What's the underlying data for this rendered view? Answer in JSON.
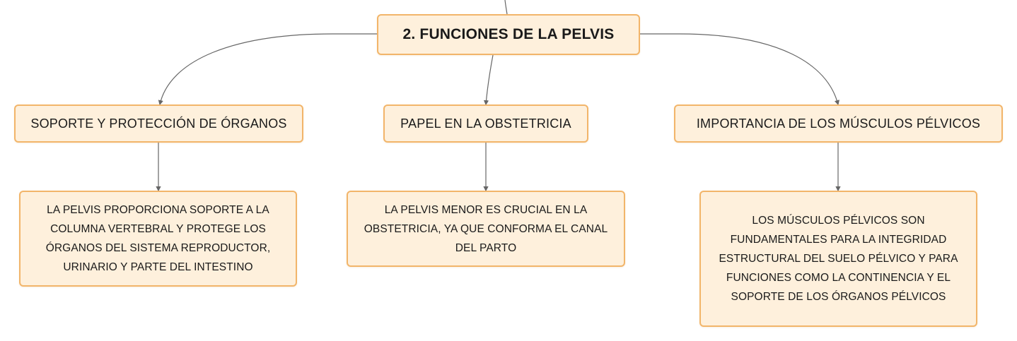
{
  "colors": {
    "node_fill": "#fef0dc",
    "node_border": "#f2b56a",
    "connector": "#666666",
    "text": "#1a1a1a"
  },
  "root": {
    "label": "2. FUNCIONES DE LA PELVIS"
  },
  "branches": [
    {
      "label": "SOPORTE Y PROTECCIÓN DE ÓRGANOS",
      "detail": "LA PELVIS PROPORCIONA SOPORTE A LA COLUMNA VERTEBRAL Y PROTEGE LOS ÓRGANOS DEL SISTEMA REPRODUCTOR, URINARIO Y PARTE DEL INTESTINO"
    },
    {
      "label": "PAPEL EN LA OBSTETRICIA",
      "detail": "LA PELVIS MENOR ES CRUCIAL EN LA OBSTETRICIA, YA QUE CONFORMA EL CANAL DEL PARTO"
    },
    {
      "label": "IMPORTANCIA DE LOS MÚSCULOS PÉLVICOS",
      "detail": "LOS MÚSCULOS PÉLVICOS SON FUNDAMENTALES PARA LA INTEGRIDAD ESTRUCTURAL DEL SUELO PÉLVICO Y PARA FUNCIONES COMO LA CONTINENCIA Y EL SOPORTE DE LOS ÓRGANOS PÉLVICOS"
    }
  ]
}
